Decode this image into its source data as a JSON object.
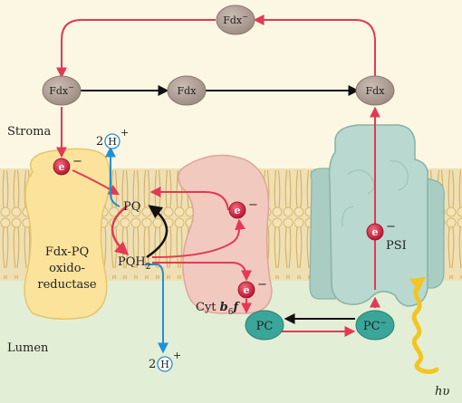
{
  "regions": {
    "stroma": "Stroma",
    "lumen": "Lumen"
  },
  "fdx_top": {
    "base": "Fdx",
    "sup": "−"
  },
  "fdx_left": {
    "base": "Fdx",
    "sup": "−"
  },
  "fdx_middle": "Fdx",
  "fdx_right": "Fdx",
  "electron_label": "e",
  "electron_sup": "−",
  "proton_top": {
    "coeff": "2",
    "symbol": "H",
    "sup": "+"
  },
  "proton_bottom": {
    "coeff": "2",
    "symbol": "H",
    "sup": "+"
  },
  "pq": "PQ",
  "pqh2": {
    "base": "PQH",
    "sub": "2"
  },
  "fdx_pq": {
    "line1": "Fdx-PQ",
    "line2": "oxido-",
    "line3": "reductase"
  },
  "cyt": {
    "prefix": "Cyt ",
    "b": "b",
    "sub": "6",
    "f": "f"
  },
  "pc_left": "PC",
  "pc_right": {
    "base": "PC",
    "sup": "−"
  },
  "psi": "PSI",
  "photon": "hυ",
  "colors": {
    "stroma_bg": "#fbf7e3",
    "lumen_bg": "#e3eed6",
    "membrane": "#e9d8a8",
    "lipid_line": "#d5b26b",
    "fdx_fill": "#b6a59c",
    "reductase": "#fbe39b",
    "cyt": "#f2c9bf",
    "psi": "#b9d8cf",
    "pc": "#3aa69a",
    "electron": "#d5213d",
    "arrow_red": "#e23a54",
    "arrow_blue": "#1f8fd8",
    "photon": "#f2c521"
  }
}
